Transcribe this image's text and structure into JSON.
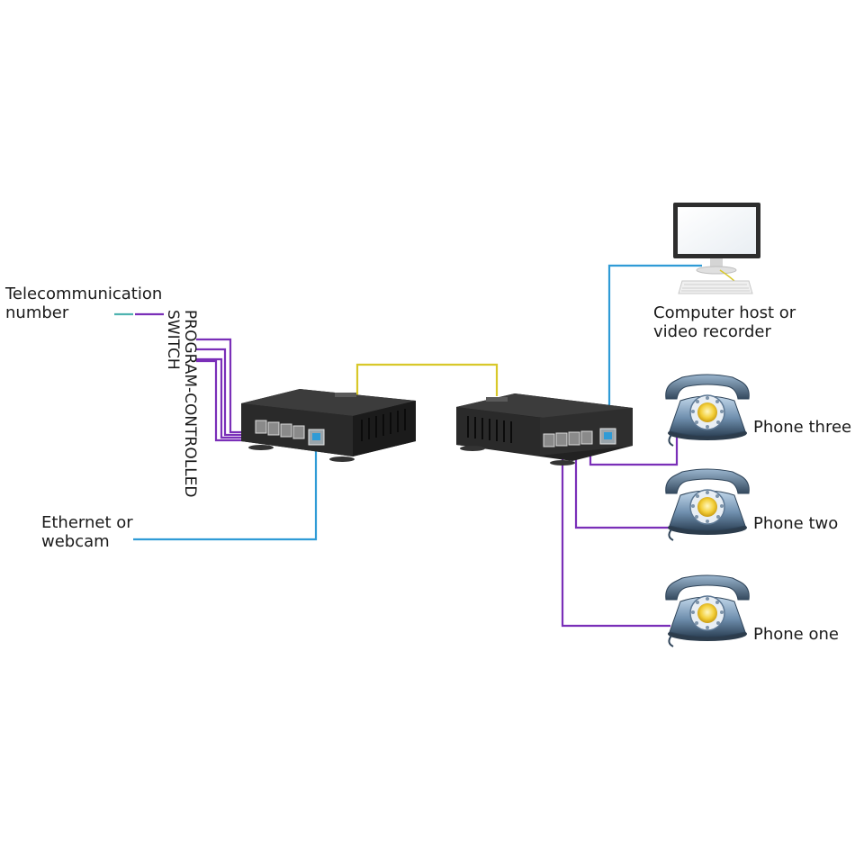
{
  "labels": {
    "telecom_line1": "Telecommunication",
    "telecom_line2": "number",
    "switch_line1": "PROGRAM-CONTROLLED",
    "switch_line2": "SWITCH",
    "ethernet_line1": "Ethernet or",
    "ethernet_line2": "webcam",
    "computer_line1": "Computer host or",
    "computer_line2": "video recorder",
    "phone_three": "Phone three",
    "phone_two": "Phone two",
    "phone_one": "Phone one"
  },
  "colors": {
    "phone_line": "#7a2fb8",
    "ethernet_line": "#2f9bd6",
    "fiber_line": "#d8c82a",
    "telecom_stub": "#4fb3b0",
    "device_body": "#2a2a2a",
    "device_top": "#3c3c3c"
  },
  "icons": [
    "converter-left-icon",
    "converter-right-icon",
    "monitor-icon",
    "keyboard-icon",
    "rotary-phone-icon"
  ]
}
